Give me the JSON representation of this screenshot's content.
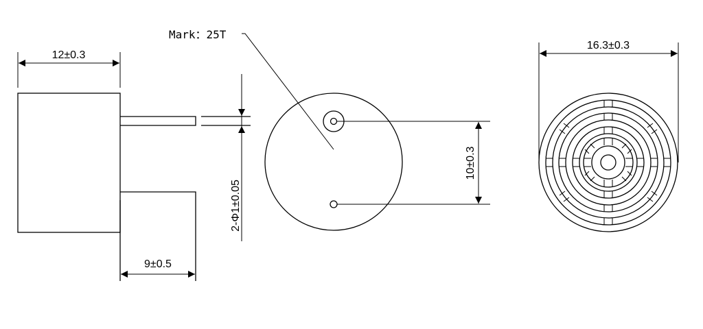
{
  "diagram": {
    "side_view": {
      "width_label": "12±0.3",
      "lead_spacing_label": "9±0.5"
    },
    "front_view": {
      "mark_label": "Mark：25T",
      "pin_label": "2-Φ1±0.05",
      "pitch_label": "10±0.3"
    },
    "bottom_view": {
      "diameter_label": "16.3±0.3"
    }
  }
}
